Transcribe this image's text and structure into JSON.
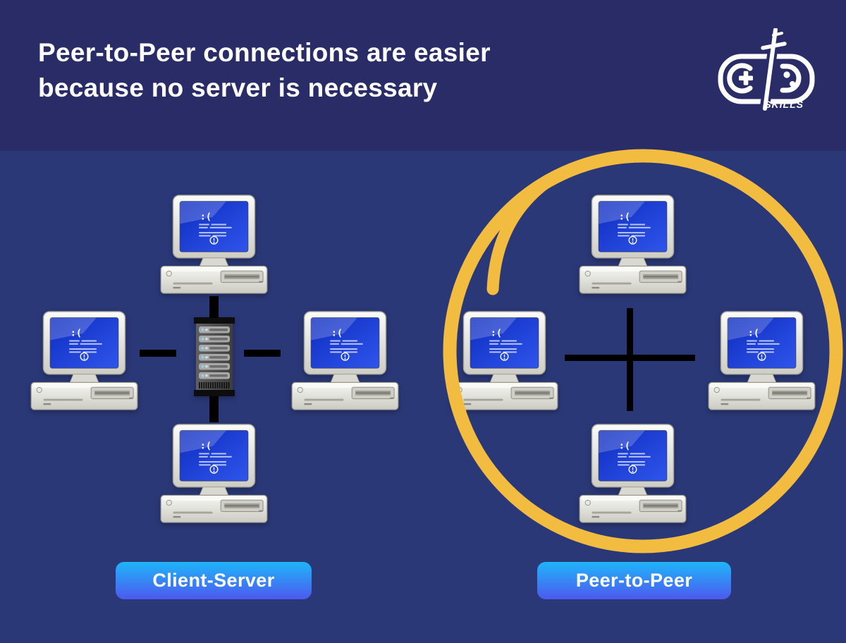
{
  "header": {
    "title_line1": "Peer-to-Peer connections are easier",
    "title_line2": "because no server is necessary",
    "logo": {
      "tagline": "SKILLS"
    }
  },
  "diagrams": {
    "client_server": {
      "label": "Client-Server",
      "client_computer_count": 4,
      "has_central_server": true
    },
    "peer_to_peer": {
      "label": "Peer-to-Peer",
      "peer_computer_count": 4,
      "has_central_server": false,
      "highlighted_with_circle": true
    }
  },
  "bsod": {
    "sad_face": ":("
  },
  "colors": {
    "header_background": "#292c66",
    "body_background": "#2a3877",
    "highlight_circle": "#f2bc40",
    "connector": "#000000",
    "label_gradient_top": "#1fb5f9",
    "label_gradient_bottom": "#4d59ef",
    "bsod_screen_blue": "#1b3bd4"
  }
}
